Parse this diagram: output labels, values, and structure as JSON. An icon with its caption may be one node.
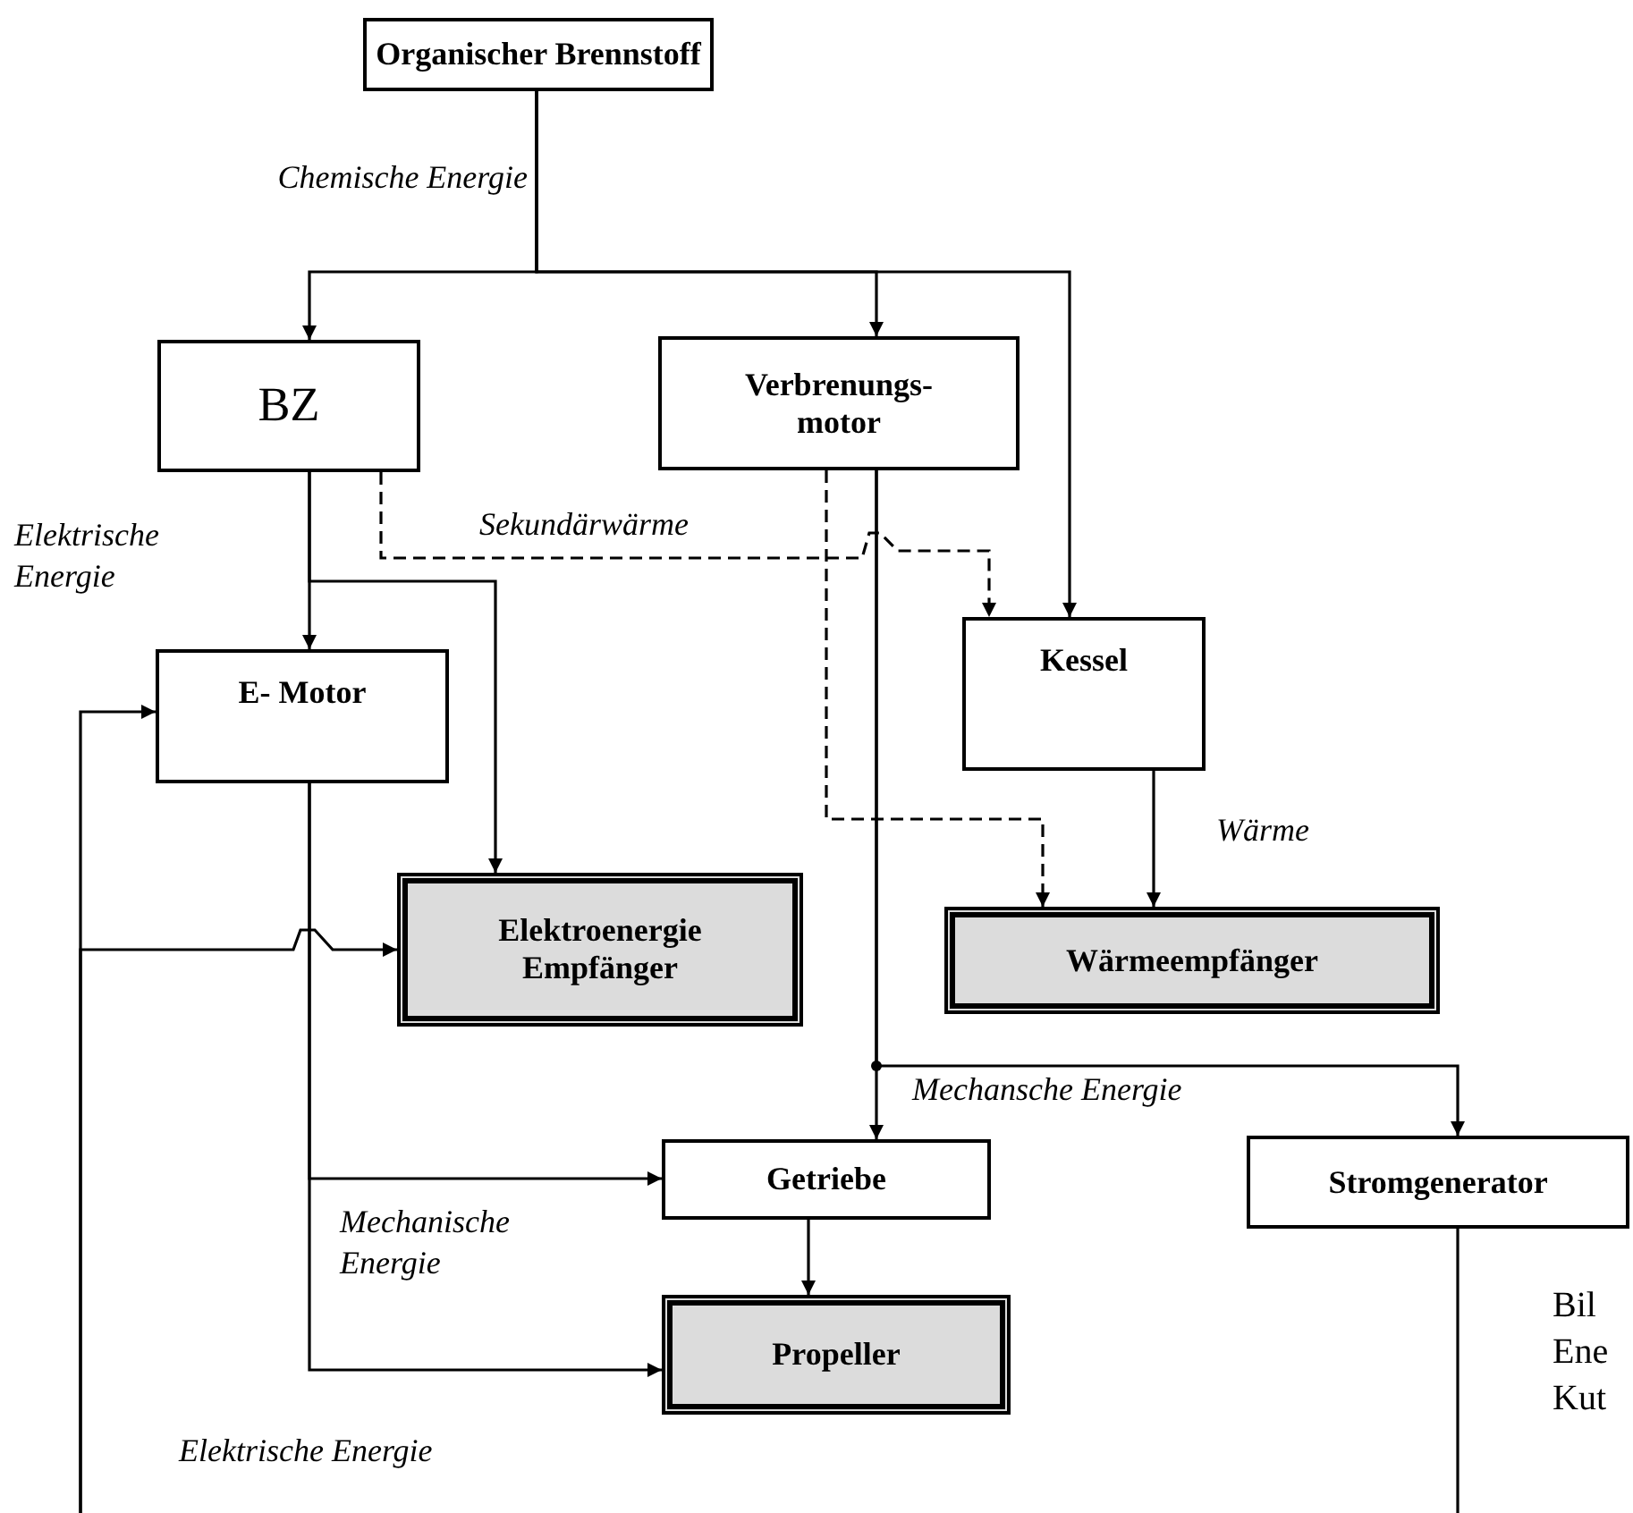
{
  "diagram": {
    "nodes": [
      {
        "text": [
          "Organischer Brennstoff"
        ]
      },
      {
        "text": [
          "BZ"
        ]
      },
      {
        "text": [
          "Verbrenungs- motor"
        ]
      },
      {
        "text": [
          "E- Motor"
        ]
      },
      {
        "text": [
          "Kessel"
        ]
      },
      {
        "text": [
          "Elektroenergie Empfänger"
        ]
      },
      {
        "text": [
          "Wärmeempfänger"
        ]
      },
      {
        "text": [
          "Getriebe"
        ]
      },
      {
        "text": [
          "Stromgenerator"
        ]
      },
      {
        "text": [
          "Propeller"
        ]
      }
    ],
    "edges": [
      {
        "from": 0,
        "to": 1,
        "arrow": "to"
      },
      {
        "from": 0,
        "to": 2,
        "arrow": "to",
        "label": "Chemische Energie"
      },
      {
        "from": 0,
        "to": 4,
        "arrow": "to"
      },
      {
        "from": 1,
        "to": 3,
        "arrow": "to",
        "label": "Elektrische Energie"
      },
      {
        "from": 1,
        "to": 5,
        "arrow": "to"
      },
      {
        "from": 1,
        "to": 4,
        "arrow": "to",
        "style": "dashed",
        "label": "Sekundärwärme"
      },
      {
        "from": 2,
        "to": 6,
        "arrow": "to",
        "style": "dashed"
      },
      {
        "from": 2,
        "to": 7,
        "arrow": "to"
      },
      {
        "from": 2,
        "to": 8,
        "arrow": "to",
        "label": "Mechansche Energie"
      },
      {
        "from": 4,
        "to": 6,
        "arrow": "to",
        "label": "Wärme"
      },
      {
        "from": 3,
        "to": 7,
        "arrow": "to"
      },
      {
        "from": 3,
        "to": 9,
        "arrow": "to",
        "label": "Mechanische Energie"
      },
      {
        "from": 7,
        "to": 9,
        "arrow": "to"
      },
      {
        "from": 8,
        "to": null,
        "arrow": "none"
      },
      {
        "from": null,
        "to": 3,
        "arrow": "to"
      },
      {
        "from": null,
        "to": 5,
        "arrow": "to"
      }
    ],
    "labels": [
      "Elektrische Energie",
      "Bil",
      "Ene",
      "Kut"
    ]
  }
}
